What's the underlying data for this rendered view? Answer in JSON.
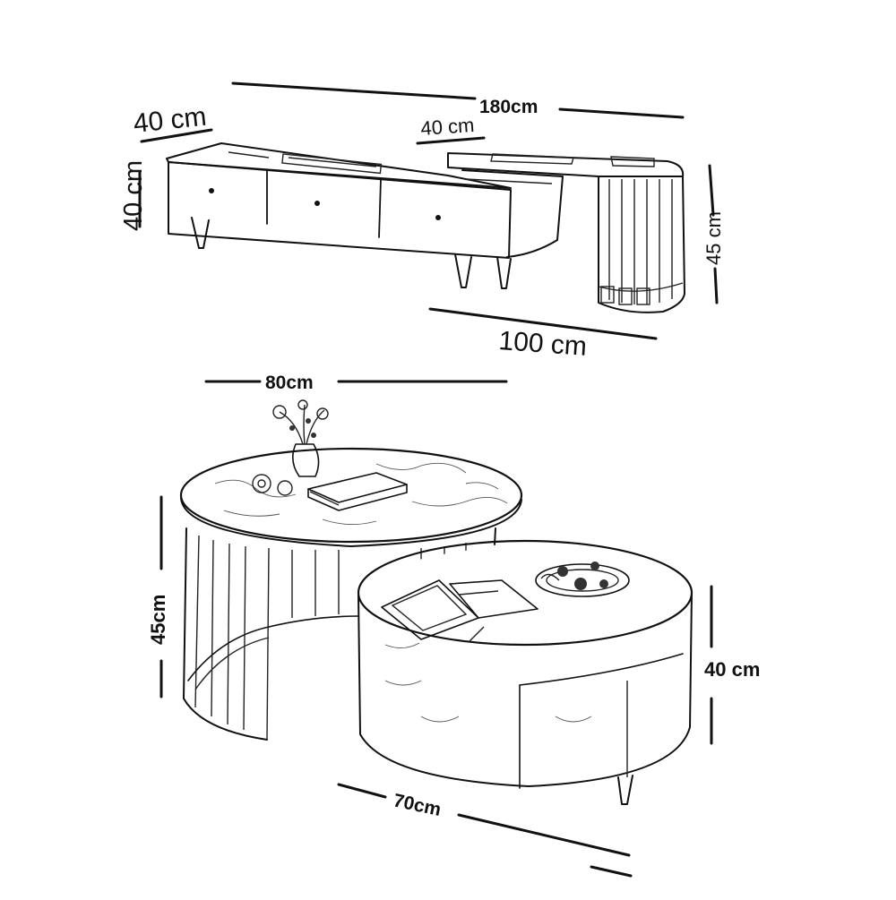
{
  "dimensions": {
    "cabinet_total_length": "180cm",
    "cabinet_depth": "40 cm",
    "cabinet_height": "40 cm",
    "extension_depth": "40 cm",
    "extension_height": "45 cm",
    "extension_length": "100 cm",
    "large_table_diameter": "80cm",
    "large_table_height": "45cm",
    "small_table_height": "40 cm",
    "small_table_diameter": "70cm"
  }
}
